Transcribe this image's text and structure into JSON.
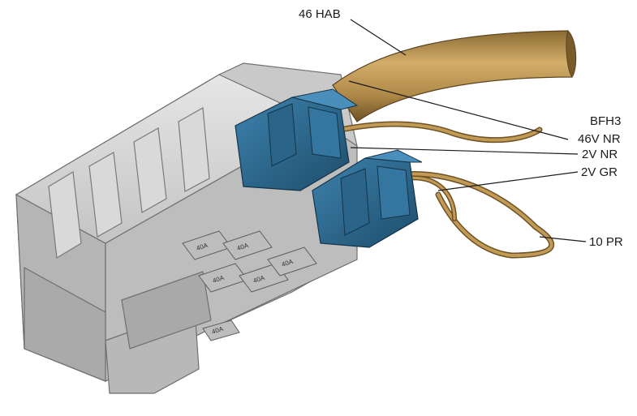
{
  "callouts": [
    {
      "id": "46hab",
      "text": "46 HAB"
    },
    {
      "id": "bfh3",
      "text": "BFH3"
    },
    {
      "id": "46vnr",
      "text": "46V NR"
    },
    {
      "id": "2vnr",
      "text": "2V NR"
    },
    {
      "id": "2vgr",
      "text": "2V GR"
    },
    {
      "id": "10pr",
      "text": "10 PR"
    }
  ],
  "colors": {
    "housing": "#cfcfcf",
    "housing_dark": "#9a9a9a",
    "connector_blue": "#2f6f95",
    "connector_blue_dark": "#1f4f6d",
    "sheath": "#b8924f",
    "wire_brown": "#a8803f"
  },
  "relay_marking": "40A"
}
